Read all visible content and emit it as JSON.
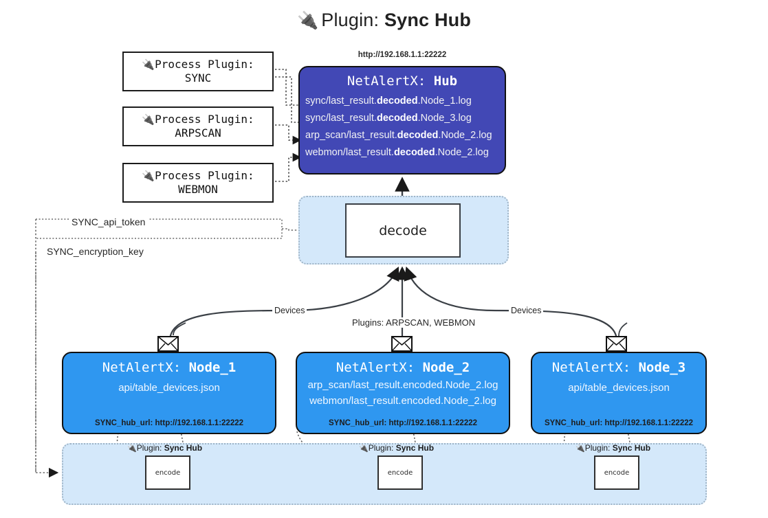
{
  "title": {
    "icon": "plug-icon",
    "prefix": "Plugin: ",
    "name": "Sync Hub"
  },
  "process_plugins": [
    {
      "label": "Process Plugin:",
      "name": "SYNC",
      "icon": "plug-icon"
    },
    {
      "label": "Process Plugin:",
      "name": "ARPSCAN",
      "icon": "plug-icon"
    },
    {
      "label": "Process Plugin:",
      "name": "WEBMON",
      "icon": "plug-icon"
    }
  ],
  "hub": {
    "url": "http://192.168.1.1:22222",
    "title_prefix": "NetAlertX: ",
    "title_name": "Hub",
    "logs": [
      {
        "pre": "sync/last_result.",
        "mid": "decoded",
        "post": ".Node_1.log"
      },
      {
        "pre": "sync/last_result.",
        "mid": "decoded",
        "post": ".Node_3.log"
      },
      {
        "pre": "arp_scan/last_result.",
        "mid": "decoded",
        "post": ".Node_2.log"
      },
      {
        "pre": "webmon/last_result.",
        "mid": "decoded",
        "post": ".Node_2.log"
      }
    ]
  },
  "decode": {
    "label": "decode"
  },
  "secrets": {
    "api_token": "SYNC_api_token",
    "encryption_key": "SYNC_encryption_key"
  },
  "edge_labels": {
    "devices_left": "Devices",
    "devices_right": "Devices",
    "plugins_center": "Plugins: ARPSCAN, WEBMON"
  },
  "nodes": [
    {
      "title_prefix": "NetAlertX: ",
      "title_name": "Node_1",
      "icon": "envelope-icon",
      "lines": [
        "api/table_devices.json"
      ],
      "hub_url_label": "SYNC_hub_url: http://192.168.1.1:22222"
    },
    {
      "title_prefix": "NetAlertX: ",
      "title_name": "Node_2",
      "icon": "envelope-icon",
      "lines": [
        "arp_scan/last_result.encoded.Node_2.log",
        "webmon/last_result.encoded.Node_2.log"
      ],
      "hub_url_label": "SYNC_hub_url: http://192.168.1.1:22222"
    },
    {
      "title_prefix": "NetAlertX: ",
      "title_name": "Node_3",
      "icon": "envelope-icon",
      "lines": [
        "api/table_devices.json"
      ],
      "hub_url_label": "SYNC_hub_url: http://192.168.1.1:22222"
    }
  ],
  "encoders": [
    {
      "tag_prefix": "Plugin: ",
      "tag_name": "Sync Hub",
      "icon": "plug-icon",
      "label": "encode"
    },
    {
      "tag_prefix": "Plugin: ",
      "tag_name": "Sync Hub",
      "icon": "plug-icon",
      "label": "encode"
    },
    {
      "tag_prefix": "Plugin: ",
      "tag_name": "Sync Hub",
      "icon": "plug-icon",
      "label": "encode"
    }
  ],
  "colors": {
    "hub_fill": "#4248b5",
    "node_fill": "#2f97f0",
    "band_fill": "#d4e8fa",
    "band_border": "#9fb4c6",
    "stroke": "#101010"
  }
}
